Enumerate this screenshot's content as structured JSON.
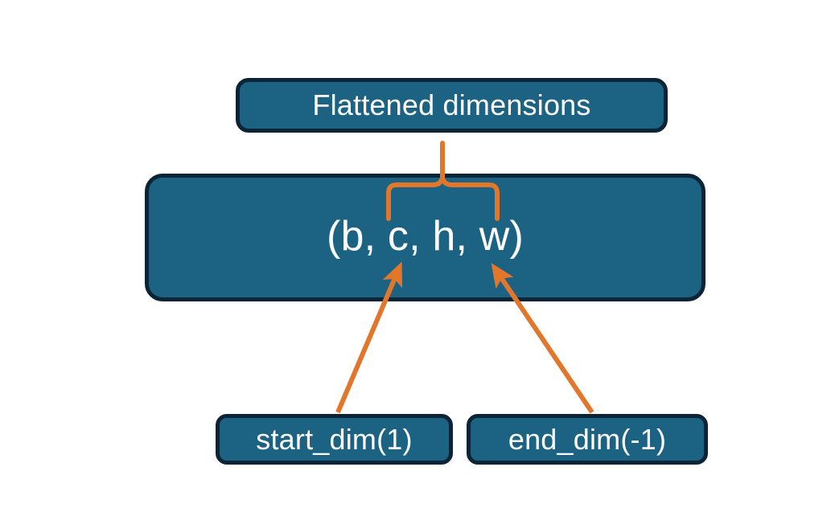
{
  "diagram": {
    "title_node": {
      "label": "Flattened dimensions",
      "name": "flattened-dimensions-box"
    },
    "shape_node": {
      "label": "(b, c, h, w)",
      "name": "tensor-shape-box"
    },
    "arg_nodes": [
      {
        "label": "start_dim(1)",
        "name": "start-dim-box"
      },
      {
        "label": "end_dim(-1)",
        "name": "end-dim-box"
      }
    ],
    "connectors": {
      "brace": {
        "name": "curly-brace-connector",
        "points_to": "Flattened dimensions",
        "spans": "c, h, w"
      },
      "arrows": [
        {
          "name": "start-dim-arrow",
          "from": "start_dim(1)",
          "to": "c"
        },
        {
          "name": "end-dim-arrow",
          "from": "end_dim(-1)",
          "to": "w"
        }
      ]
    },
    "colors": {
      "box_fill": "#1c6383",
      "box_border": "#0b2436",
      "text": "#ffffff",
      "accent": "#e2762b",
      "background": "#ffffff"
    }
  }
}
